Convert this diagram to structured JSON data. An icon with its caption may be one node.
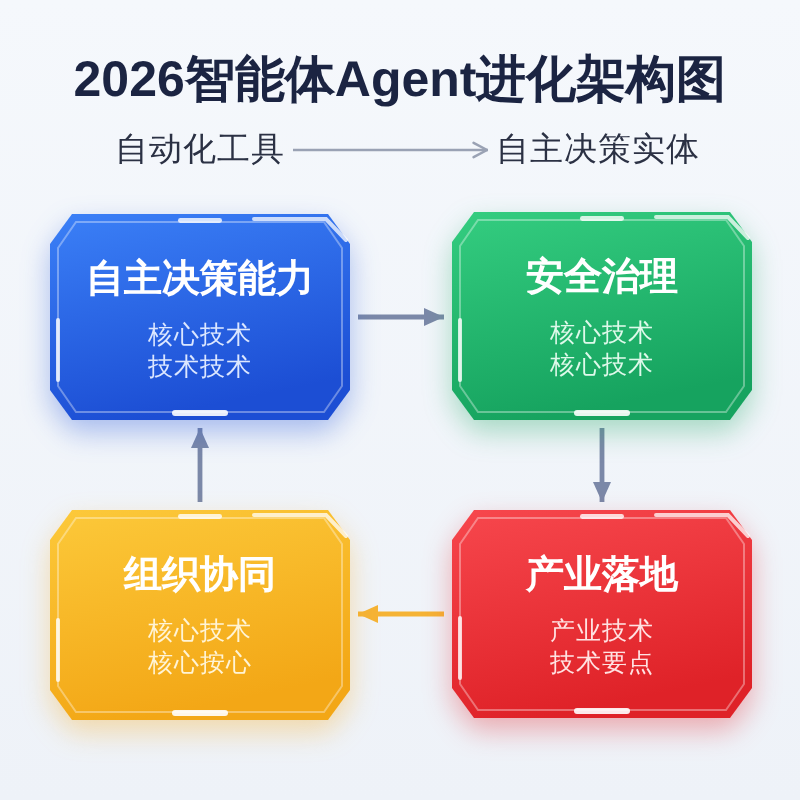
{
  "diagram": {
    "title": "2026智能体Agent进化架构图",
    "nodes": [
      {
        "text": [
          "自动化工具"
        ]
      },
      {
        "text": [
          "自主决策实体"
        ]
      },
      {
        "text": [
          "自主决策能力",
          "核心技术",
          "技术技术"
        ]
      },
      {
        "text": [
          "安全治理",
          "核心技术",
          "核心技术"
        ]
      },
      {
        "text": [
          "组织协同",
          "核心技术",
          "核心按心"
        ]
      },
      {
        "text": [
          "产业落地",
          "产业技术",
          "技术要点"
        ]
      }
    ],
    "edges": [
      {
        "from": 0,
        "to": 1,
        "arrow": "to",
        "color": "#9aa2b4"
      },
      {
        "from": 2,
        "to": 3,
        "arrow": "to"
      },
      {
        "from": 3,
        "to": 5,
        "arrow": "to"
      },
      {
        "from": 5,
        "to": 4,
        "arrow": "to",
        "color": "#f5b335"
      },
      {
        "from": 4,
        "to": 2,
        "arrow": "to"
      }
    ]
  }
}
